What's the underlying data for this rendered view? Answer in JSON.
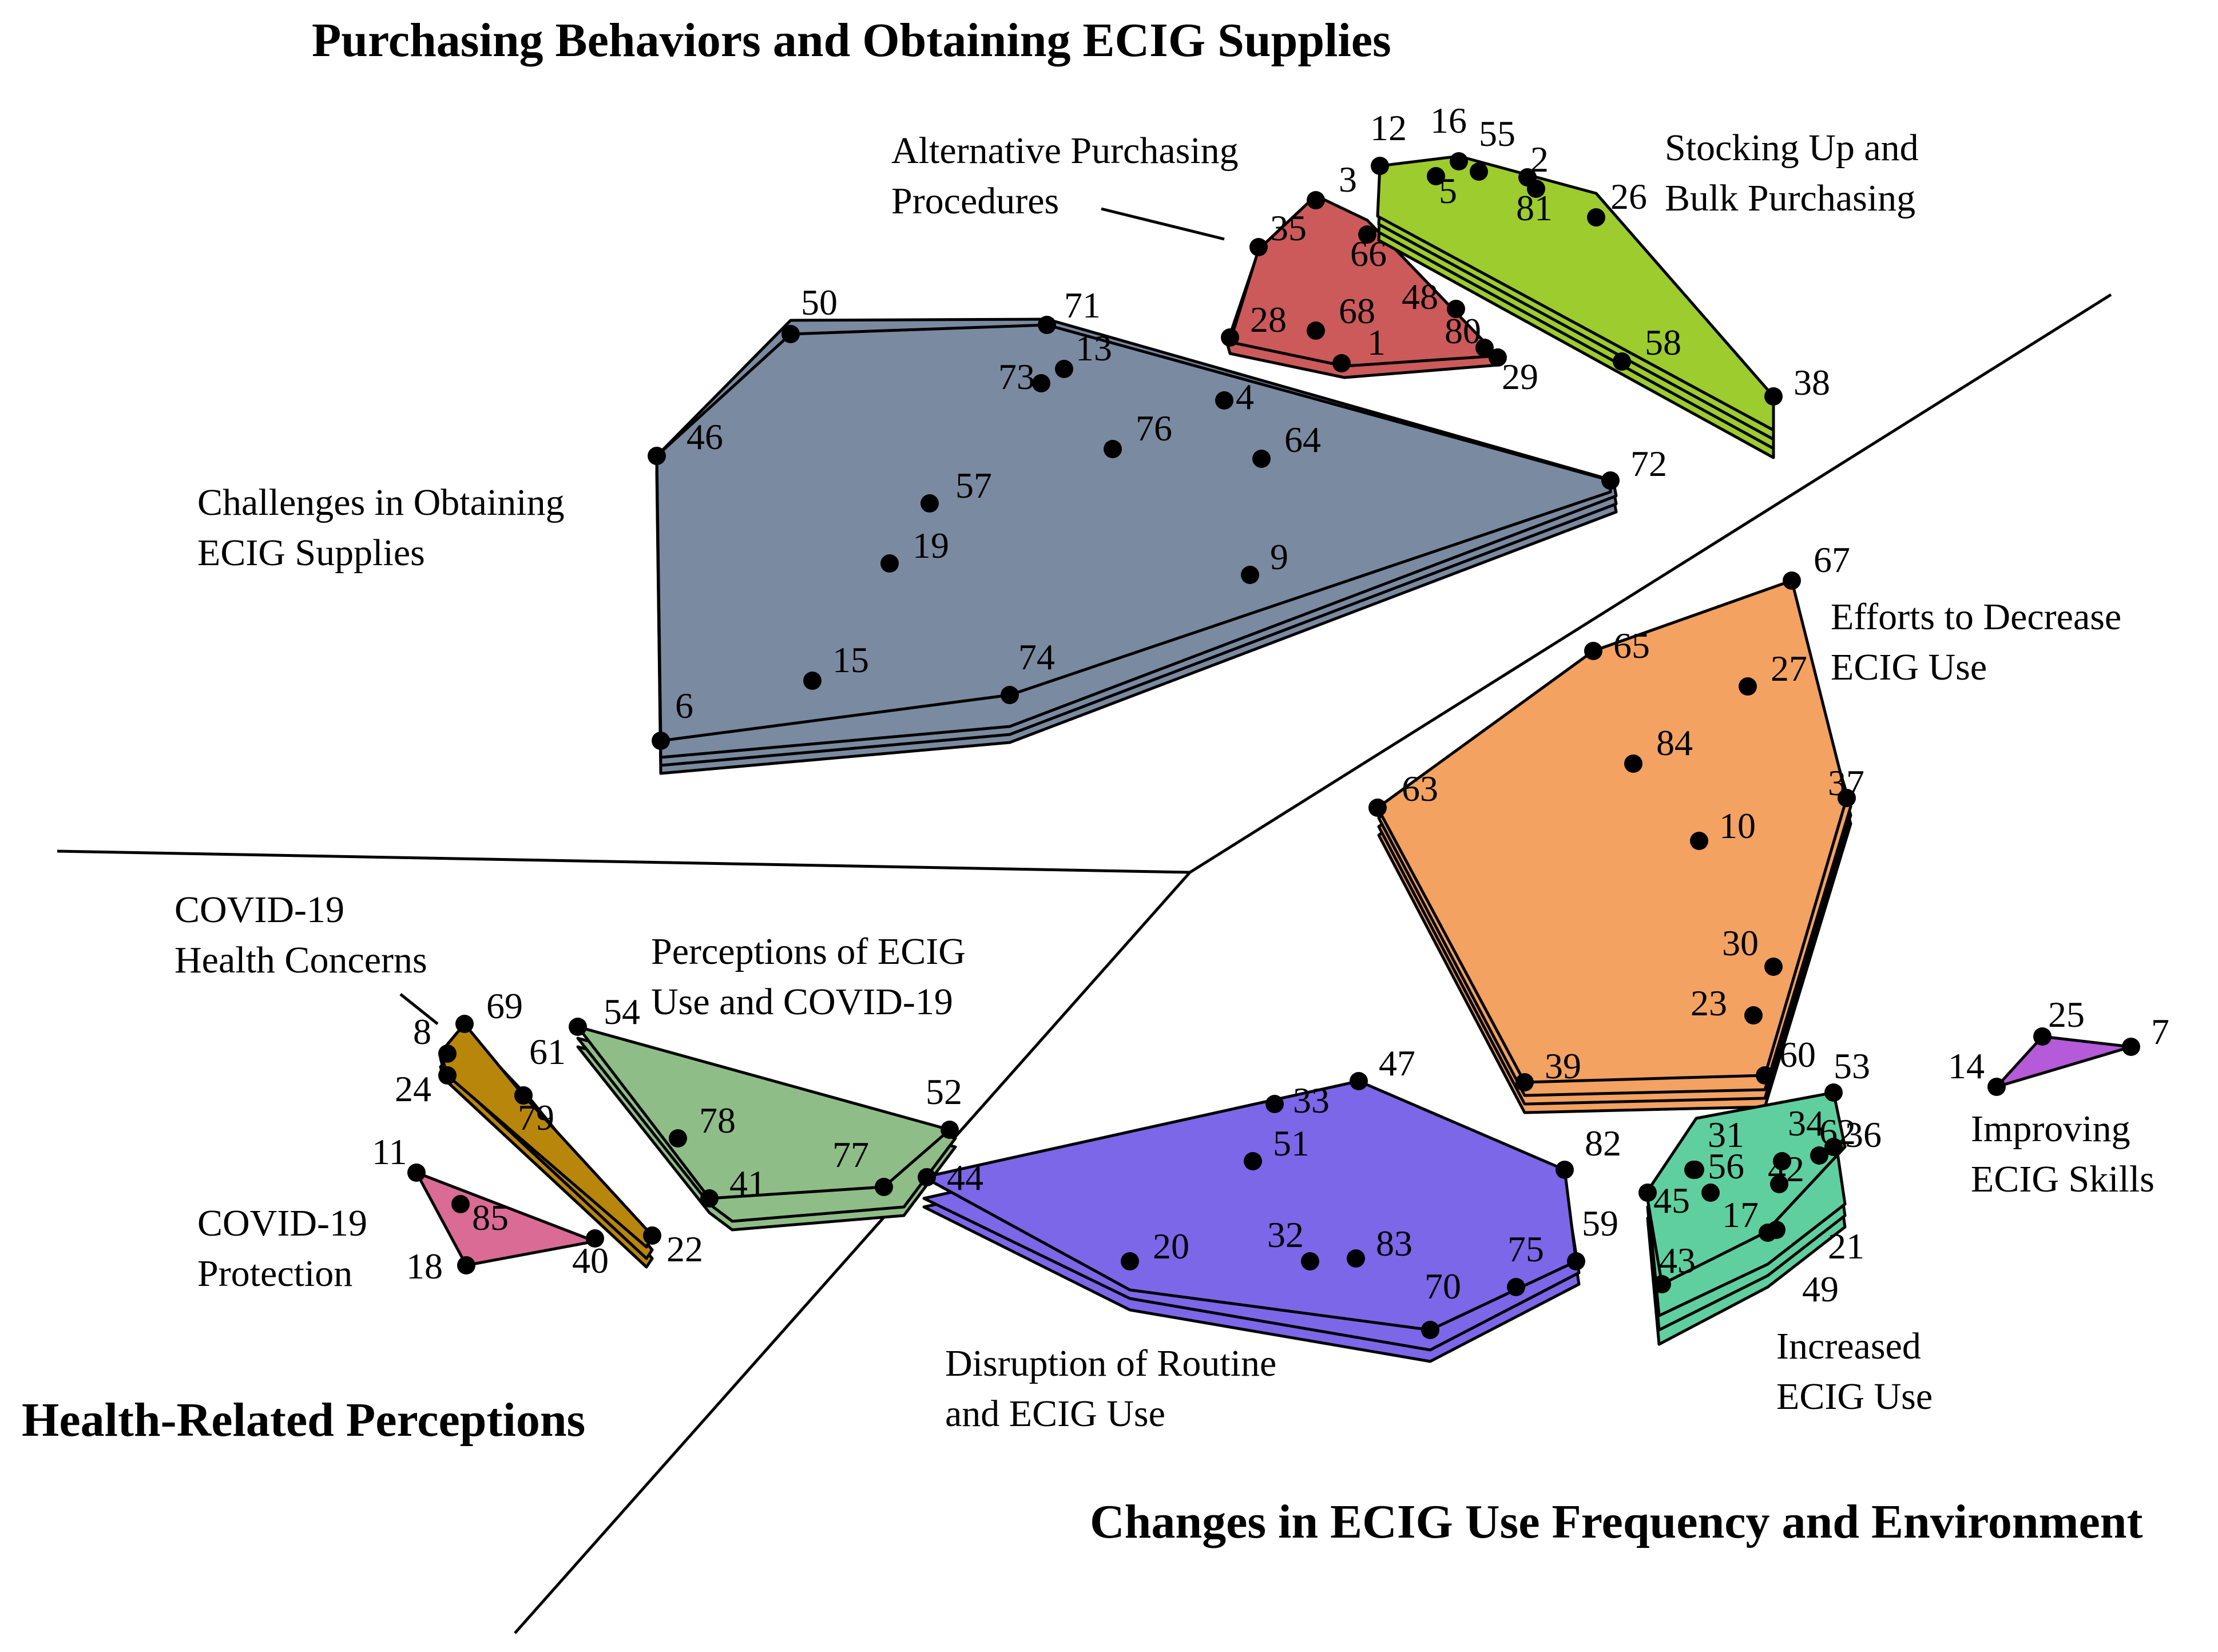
{
  "regions": [
    {
      "title": "Purchasing Behaviors and Obtaining ECIG Supplies"
    },
    {
      "title": "Health-Related  Perceptions"
    },
    {
      "title": "Changes in ECIG Use Frequency and Environment"
    }
  ],
  "clusters": [
    {
      "name": "challenges",
      "color": "#7a8aa0",
      "label": [
        "Challenges in Obtaining",
        "ECIG Supplies"
      ]
    },
    {
      "name": "alternative-purchasing",
      "color": "#cc5a5a",
      "label": [
        "Alternative Purchasing",
        "Procedures"
      ]
    },
    {
      "name": "stocking-up",
      "color": "#9ccc2e",
      "label": [
        "Stocking Up and",
        "Bulk Purchasing"
      ]
    },
    {
      "name": "efforts-decrease",
      "color": "#f3a262",
      "label": [
        "Efforts to Decrease",
        "ECIG Use"
      ]
    },
    {
      "name": "improving-skills",
      "color": "#b55ad8",
      "label": [
        "Improving",
        "ECIG Skills"
      ]
    },
    {
      "name": "increased-use",
      "color": "#5fcf9f",
      "label": [
        "Increased",
        "ECIG Use"
      ]
    },
    {
      "name": "disruption",
      "color": "#7b67e8",
      "label": [
        "Disruption of Routine",
        "and ECIG Use"
      ]
    },
    {
      "name": "perceptions-covid",
      "color": "#8fbd87",
      "label": [
        "Perceptions of ECIG",
        "Use and COVID-19"
      ]
    },
    {
      "name": "covid-concerns",
      "color": "#b8860b",
      "label": [
        "COVID-19",
        "Health Concerns"
      ]
    },
    {
      "name": "covid-protection",
      "color": "#d96b95",
      "label": [
        "COVID-19",
        "Protection"
      ]
    }
  ],
  "points": [
    "1",
    "2",
    "3",
    "4",
    "5",
    "6",
    "7",
    "8",
    "9",
    "10",
    "11",
    "12",
    "13",
    "14",
    "15",
    "16",
    "17",
    "18",
    "19",
    "20",
    "21",
    "22",
    "23",
    "24",
    "25",
    "26",
    "27",
    "28",
    "29",
    "30",
    "31",
    "32",
    "33",
    "34",
    "35",
    "36",
    "37",
    "38",
    "39",
    "40",
    "41",
    "42",
    "43",
    "44",
    "45",
    "46",
    "47",
    "48",
    "49",
    "50",
    "51",
    "52",
    "53",
    "54",
    "55",
    "56",
    "57",
    "58",
    "59",
    "60",
    "61",
    "62",
    "63",
    "64",
    "65",
    "66",
    "67",
    "68",
    "69",
    "70",
    "71",
    "72",
    "73",
    "74",
    "75",
    "76",
    "77",
    "78",
    "79",
    "80",
    "81",
    "82",
    "83",
    "84",
    "85"
  ]
}
